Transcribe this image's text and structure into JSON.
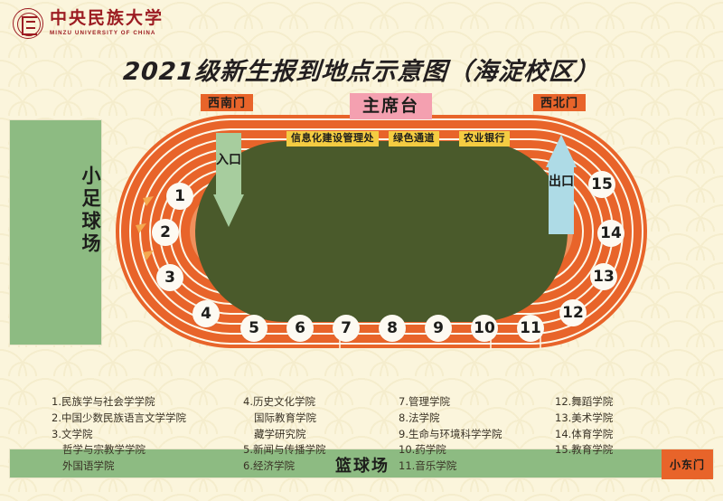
{
  "header": {
    "logo_cn": "中央民族大学",
    "logo_en": "MINZU UNIVERSITY OF CHINA",
    "logo_icon": "university-seal-icon"
  },
  "title": "2021级新生报到地点示意图（海淀校区）",
  "map": {
    "football_field": "小足球场",
    "basketball_court": "篮球场",
    "gates": {
      "southwest": "西南门",
      "northwest": "西北门",
      "east": "小东门"
    },
    "podium": "主席台",
    "services": [
      "信息化建设管理处",
      "绿色通道",
      "农业银行"
    ],
    "arrows": {
      "entrance": "入口",
      "exit": "出口"
    },
    "station_numbers": [
      "1",
      "2",
      "3",
      "4",
      "5",
      "6",
      "7",
      "8",
      "9",
      "10",
      "11",
      "12",
      "13",
      "14",
      "15"
    ]
  },
  "legend": {
    "col1": [
      {
        "text": "1.民族学与社会学学院",
        "sub": false
      },
      {
        "text": "2.中国少数民族语言文学学院",
        "sub": false
      },
      {
        "text": "3.文学院",
        "sub": false
      },
      {
        "text": "哲学与宗教学学院",
        "sub": true
      },
      {
        "text": "外国语学院",
        "sub": true
      }
    ],
    "col2": [
      {
        "text": "4.历史文化学院",
        "sub": false
      },
      {
        "text": "国际教育学院",
        "sub": true
      },
      {
        "text": "藏学研究院",
        "sub": true
      },
      {
        "text": "5.新闻与传播学院",
        "sub": false
      },
      {
        "text": "6.经济学院",
        "sub": false
      }
    ],
    "col3": [
      {
        "text": "7.管理学院",
        "sub": false
      },
      {
        "text": "8.法学院",
        "sub": false
      },
      {
        "text": "9.生命与环境科学学院",
        "sub": false
      },
      {
        "text": "10.药学院",
        "sub": false
      },
      {
        "text": "11.音乐学院",
        "sub": false
      }
    ],
    "col4": [
      {
        "text": "12.舞蹈学院",
        "sub": false
      },
      {
        "text": "13.美术学院",
        "sub": false
      },
      {
        "text": "14.体育学院",
        "sub": false
      },
      {
        "text": "15.教育学院",
        "sub": false
      }
    ]
  },
  "colors": {
    "background": "#fbf5dc",
    "track_orange": "#e8642a",
    "track_light": "#f0905c",
    "infield_green": "#4a5a2b",
    "field_green": "#8dbb82",
    "podium_pink": "#f4a0b0",
    "service_yellow": "#f4cc42",
    "brand_red": "#9c1c22",
    "arrow_in": "#a7cd9e",
    "arrow_out": "#aedbe6"
  }
}
